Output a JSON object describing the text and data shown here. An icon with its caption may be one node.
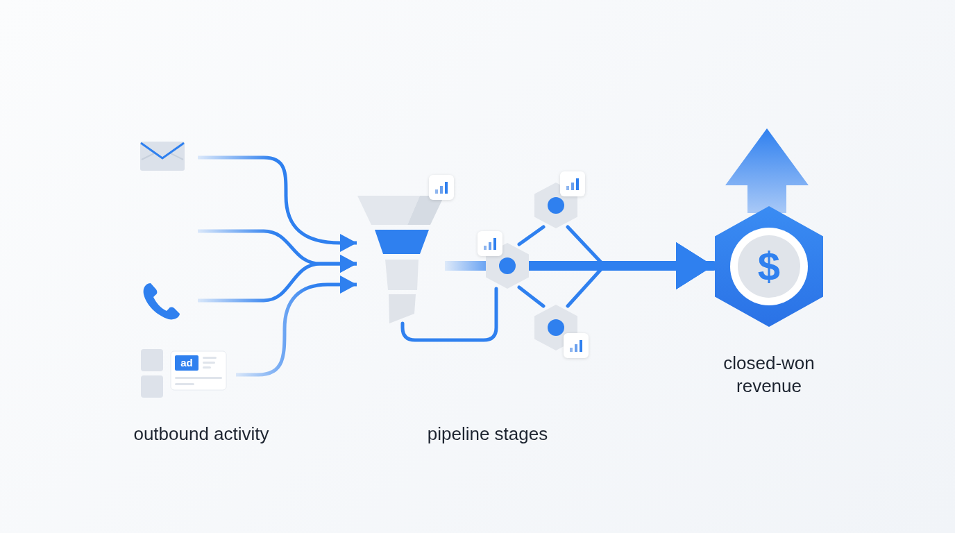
{
  "diagram": {
    "nodes": [
      {
        "text": [],
        "shape": "envelope"
      },
      {
        "text": [],
        "shape": "phone"
      },
      {
        "text": [
          "ad"
        ]
      },
      {
        "text": [],
        "shape": "funnel"
      },
      {
        "text": [],
        "shape": "hexagon"
      },
      {
        "text": [],
        "shape": "hexagon"
      },
      {
        "text": [],
        "shape": "hexagon"
      },
      {
        "text": [
          "$"
        ],
        "beside": [
          "closed-won revenue"
        ]
      }
    ],
    "edges": [
      {
        "from": 0,
        "to": 3,
        "arrow": "to"
      },
      {
        "from": null,
        "to": 3,
        "arrow": "to"
      },
      {
        "from": 1,
        "to": 3,
        "arrow": "to"
      },
      {
        "from": 2,
        "to": 3,
        "arrow": "to"
      },
      {
        "from": 3,
        "to": 4,
        "arrow": "none",
        "style": "thick"
      },
      {
        "from": 3,
        "to": 4,
        "arrow": "none"
      },
      {
        "from": 4,
        "to": 5,
        "arrow": "none"
      },
      {
        "from": 4,
        "to": 6,
        "arrow": "none"
      },
      {
        "from": 4,
        "to": 7,
        "arrow": "to",
        "style": "thick"
      },
      {
        "from": 5,
        "to": 7,
        "arrow": "to"
      },
      {
        "from": 6,
        "to": 7,
        "arrow": "to"
      }
    ],
    "labels": [
      "outbound activity",
      "pipeline stages"
    ]
  }
}
